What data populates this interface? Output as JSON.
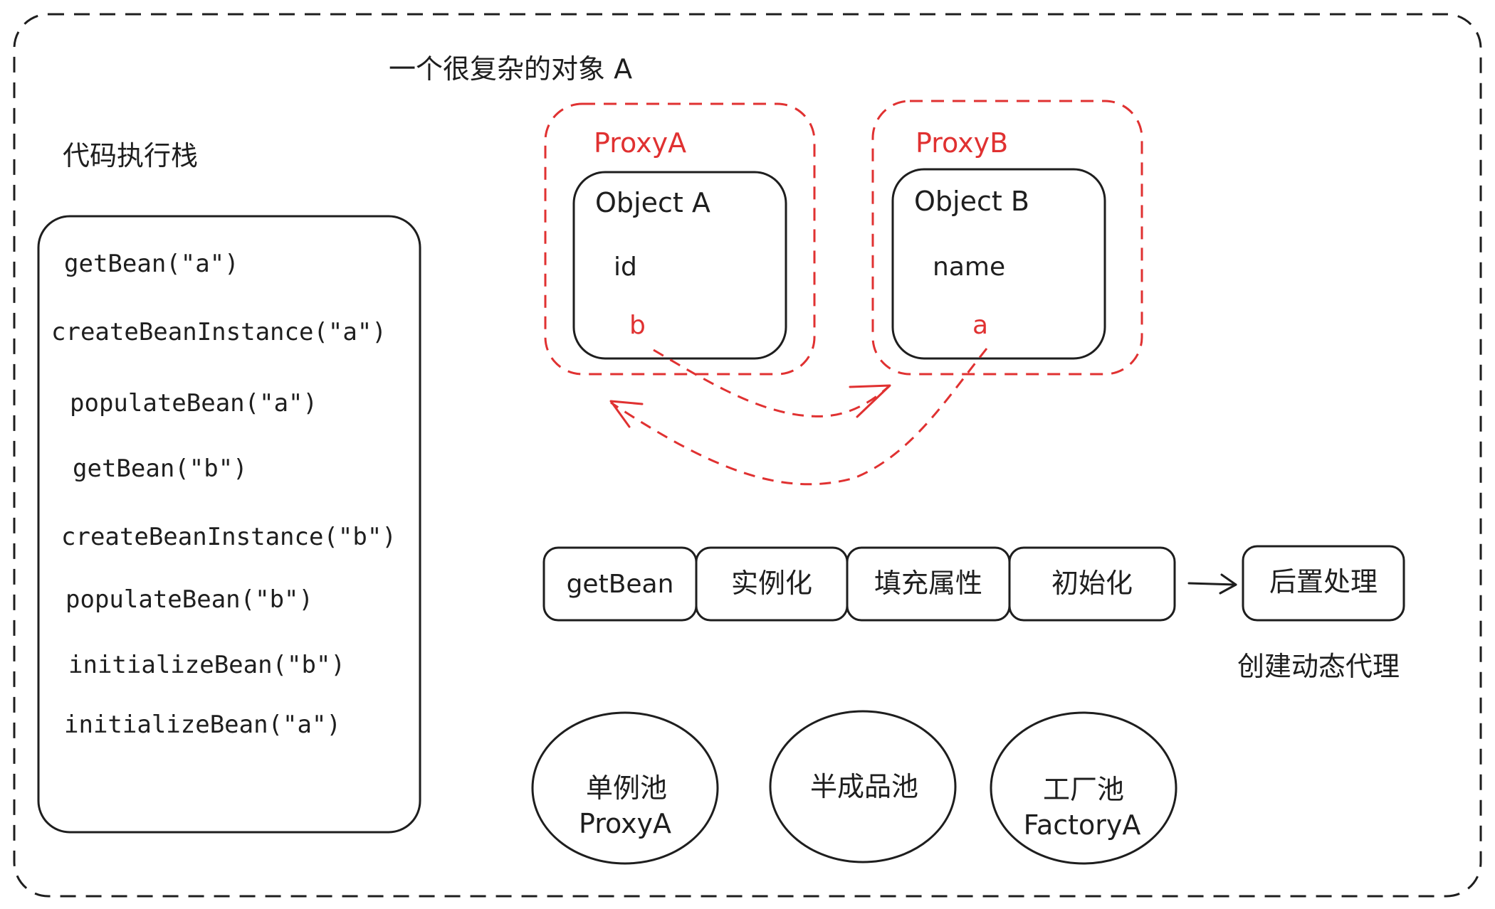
{
  "diagram": {
    "title": "一个很复杂的对象 A",
    "stack": {
      "label": "代码执行栈",
      "calls": [
        "getBean(\"a\")",
        "createBeanInstance(\"a\")",
        "populateBean(\"a\")",
        "getBean(\"b\")",
        "createBeanInstance(\"b\")",
        "populateBean(\"b\")",
        "initializeBean(\"b\")",
        "initializeBean(\"a\")"
      ]
    },
    "proxy_a": {
      "label": "ProxyA",
      "object_title": "Object A",
      "fields": [
        "id",
        "b"
      ]
    },
    "proxy_b": {
      "label": "ProxyB",
      "object_title": "Object B",
      "fields": [
        "name",
        "a"
      ]
    },
    "pipeline": {
      "steps": [
        "getBean",
        "实例化",
        "填充属性",
        "初始化"
      ],
      "post_step": "后置处理",
      "post_note": "创建动态代理"
    },
    "pools": [
      {
        "name": "单例池",
        "content": "ProxyA"
      },
      {
        "name": "半成品池",
        "content": ""
      },
      {
        "name": "工厂池",
        "content": "FactoryA"
      }
    ],
    "colors": {
      "stroke": "#1e1e1e",
      "accent_red": "#e03131",
      "background": "#ffffff"
    }
  }
}
